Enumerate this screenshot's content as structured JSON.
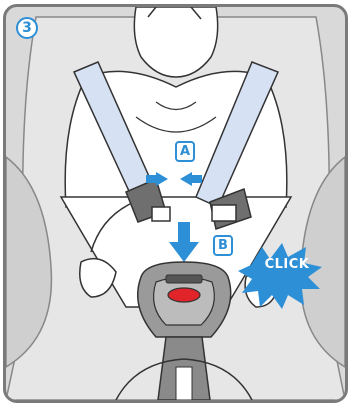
{
  "step": {
    "number": "3"
  },
  "labels": {
    "a": "A",
    "b": "B"
  },
  "callout": {
    "click": "CLICK"
  },
  "colors": {
    "accent": "#2d8fd6",
    "strap": "#d6e2f4",
    "buckle_button": "#e0242a",
    "frame": "#7a7a7a"
  }
}
